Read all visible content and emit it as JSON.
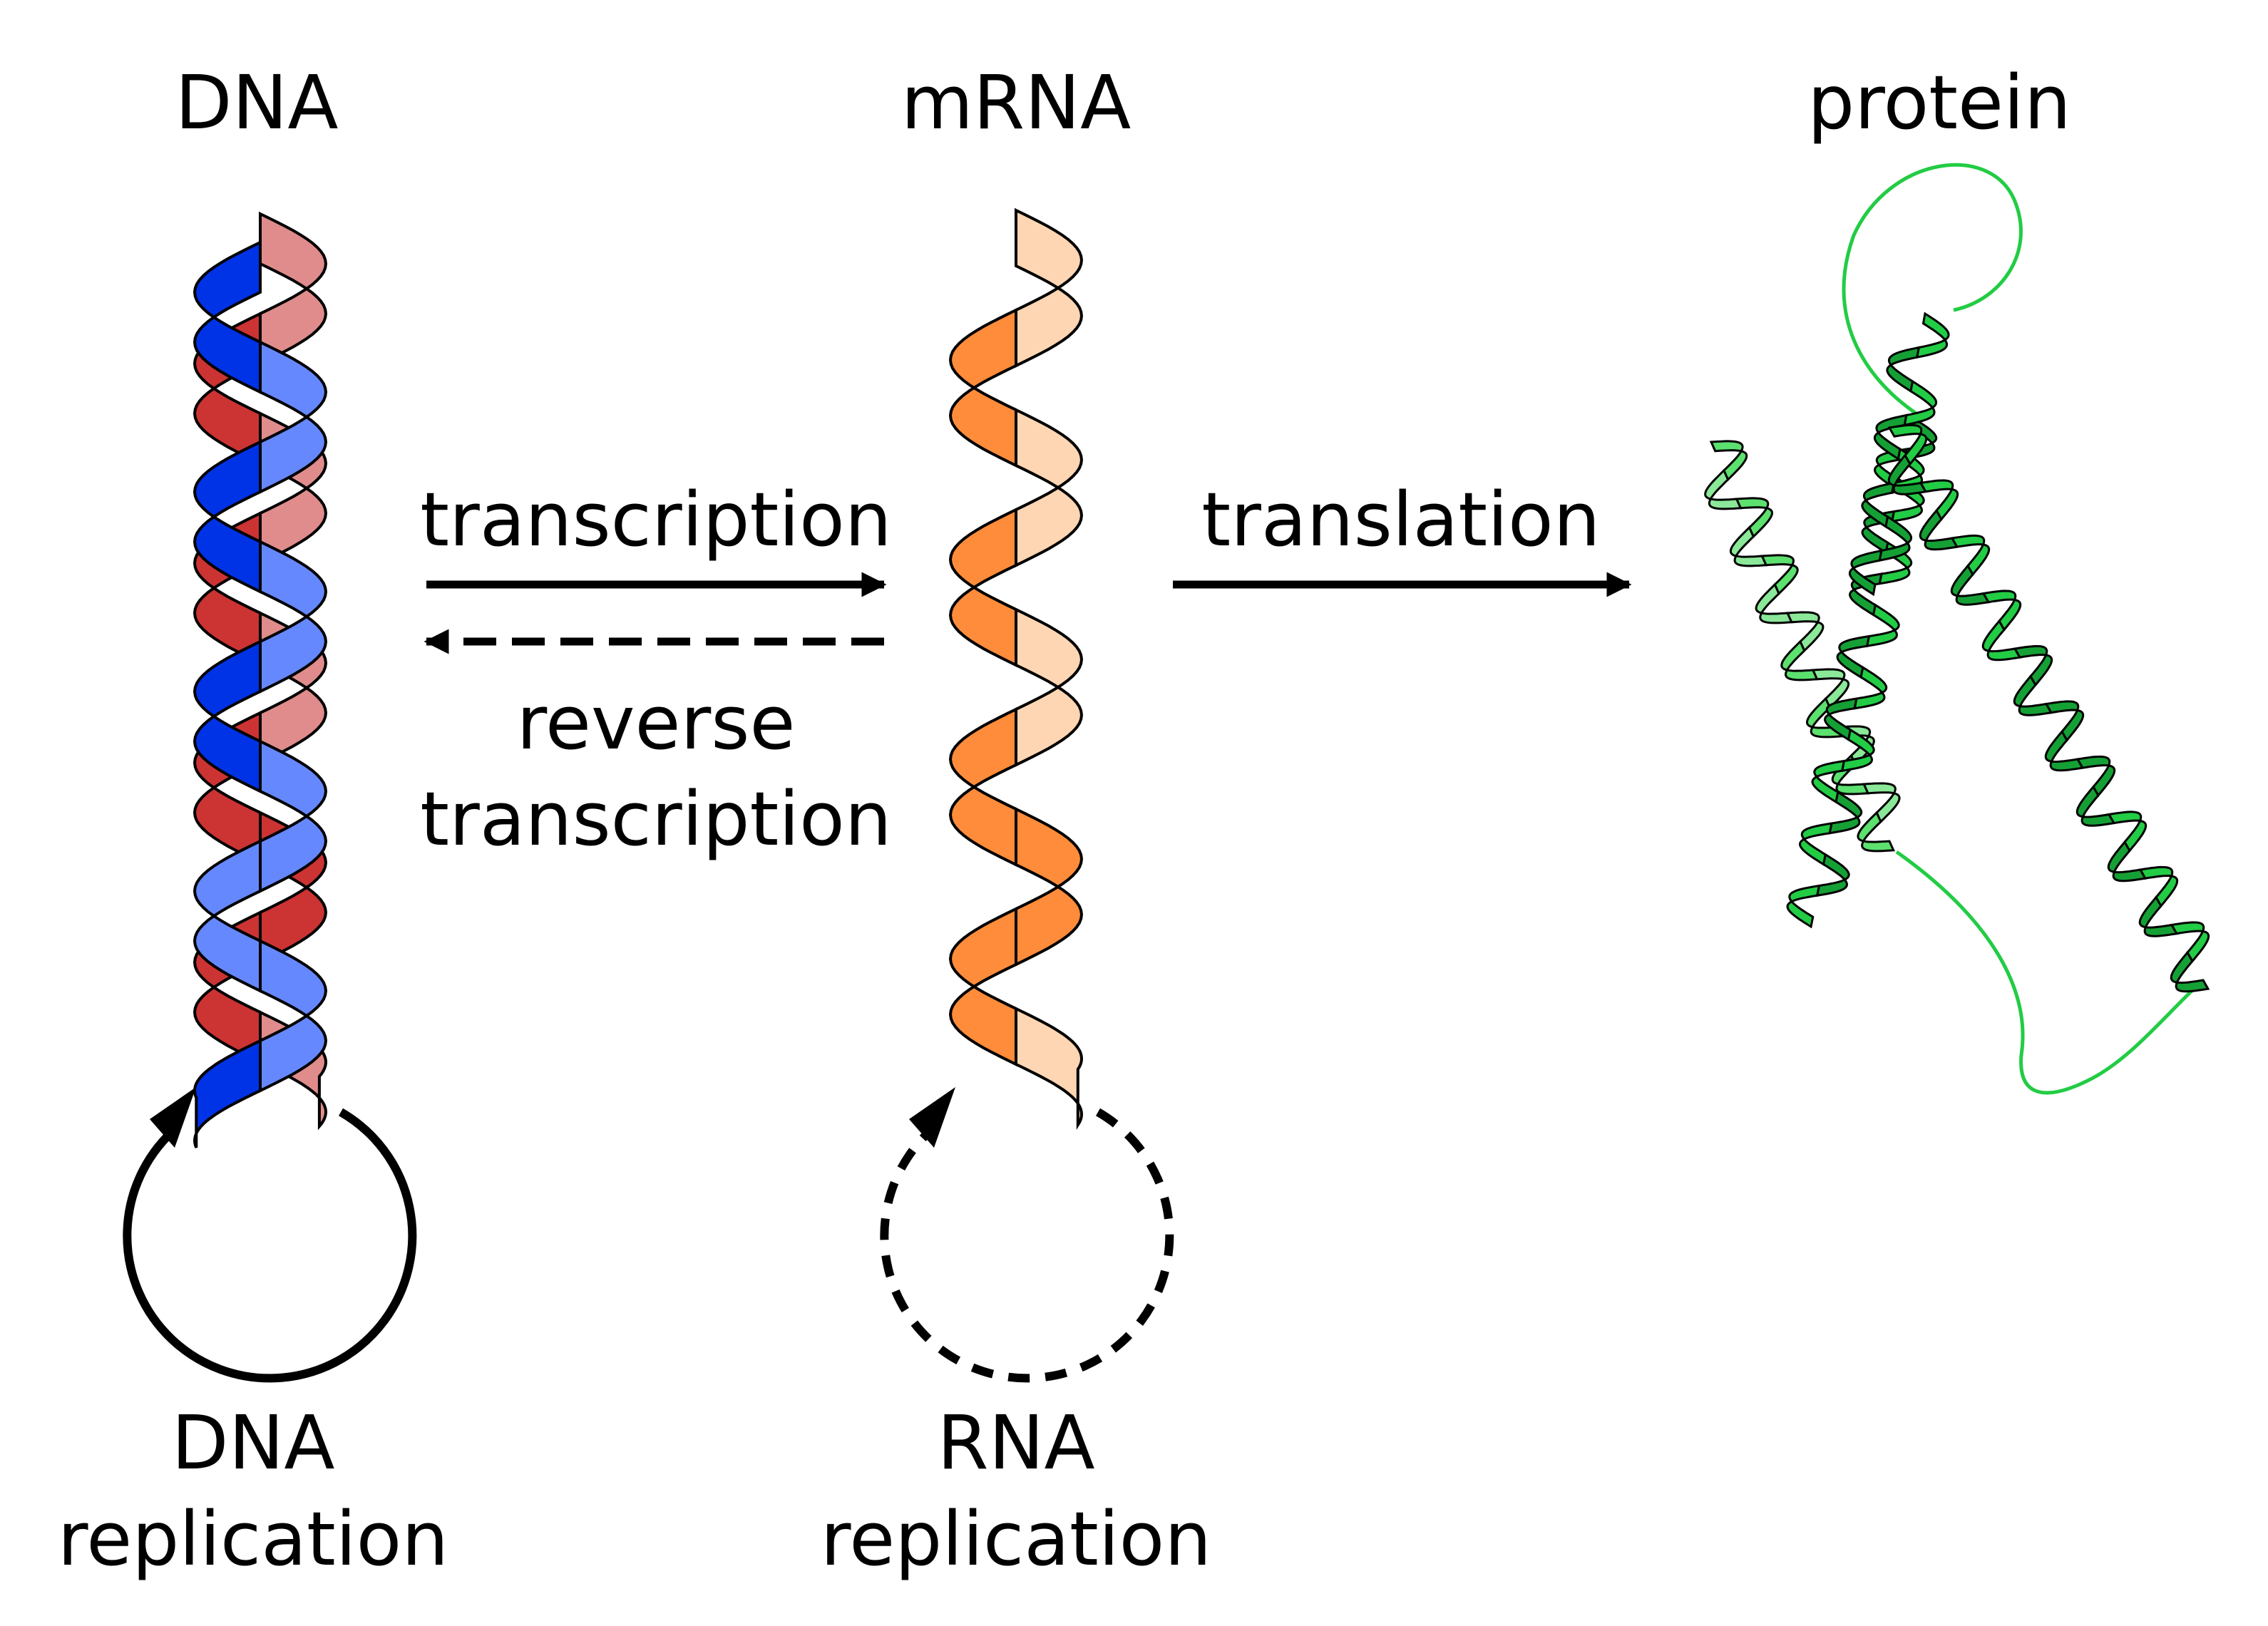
{
  "labels": {
    "dna": "DNA",
    "mrna": "mRNA",
    "protein": "protein",
    "transcription": "transcription",
    "reverse_line1": "reverse",
    "reverse_line2": "transcription",
    "translation": "translation",
    "dna_rep_line1": "DNA",
    "dna_rep_line2": "replication",
    "rna_rep_line1": "RNA",
    "rna_rep_line2": "replication"
  },
  "colors": {
    "dna_strand_a_front": "#e08c8c",
    "dna_strand_a_back": "#cc3333",
    "dna_strand_b_front": "#6688ff",
    "dna_strand_b_back": "#0033e6",
    "mrna_front": "#ffd6b3",
    "mrna_back": "#ff8c3a",
    "protein_helix": "#22cc44",
    "protein_helix_light": "#5ce06e",
    "protein_loop": "#22cc44",
    "arrow": "#000000"
  },
  "icons": {
    "dna": "double-helix-icon",
    "mrna": "single-helix-icon",
    "protein": "protein-ribbon-icon"
  },
  "arrows": {
    "transcription": "solid",
    "reverse_transcription": "dashed",
    "translation": "solid",
    "dna_replication": "solid",
    "rna_replication": "dashed"
  }
}
